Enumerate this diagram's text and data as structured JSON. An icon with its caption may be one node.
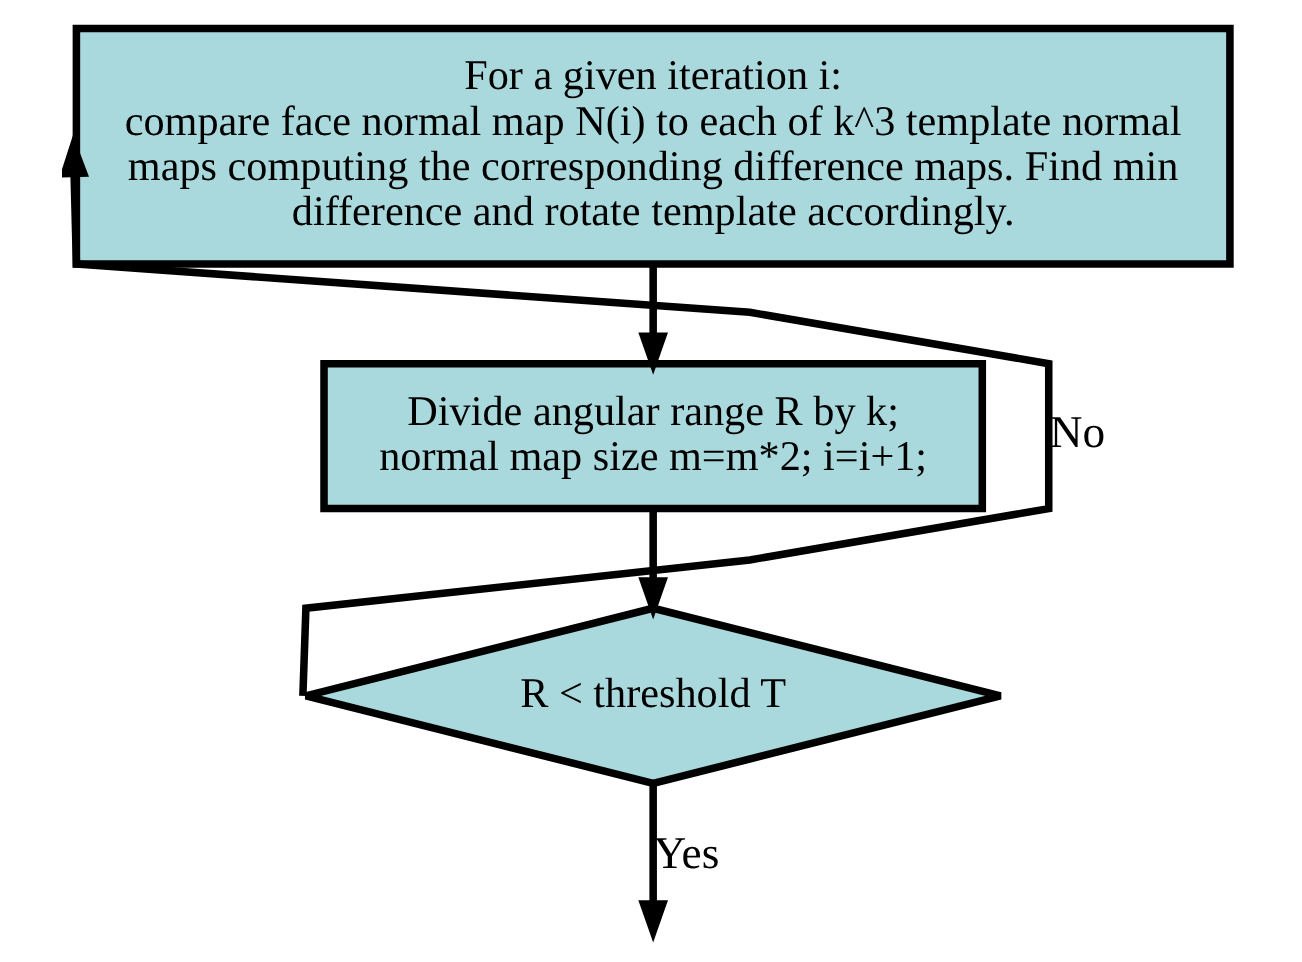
{
  "diagram": {
    "nodes": [
      {
        "text": [
          "For a given iteration i:",
          "compare face normal map N(i) to each of k^3 template normal maps computing the corresponding difference maps. Find min difference and rotate template accordingly."
        ]
      },
      {
        "text": [
          "Divide angular range R by k; normal map size m=m*2; i=i+1;"
        ]
      },
      {
        "text": [
          "R < threshold T"
        ]
      }
    ],
    "edges": [
      {
        "from": 0,
        "to": 1,
        "arrow": "to"
      },
      {
        "from": 1,
        "to": 2,
        "arrow": "to"
      },
      {
        "from": 2,
        "to": 0,
        "arrow": "to",
        "label": "No"
      },
      {
        "from": 2,
        "to": null,
        "arrow": "to",
        "label": "Yes"
      }
    ]
  }
}
